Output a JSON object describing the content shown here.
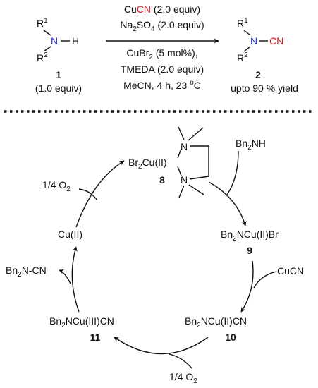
{
  "colors": {
    "ink": "#111111",
    "reagent_highlight": "#e0161f",
    "nitrogen": "#2233dd"
  },
  "reaction": {
    "reactant": {
      "r1": "R",
      "r1_sup": "1",
      "n_label": "N",
      "h_label": "H",
      "r2": "R",
      "r2_sup": "2",
      "number": "1",
      "equiv": "(1.0 equiv)"
    },
    "conditions": {
      "line1_prefix": "Cu",
      "line1_highlight": "CN",
      "line1_suffix": " (2.0 equiv)",
      "line2_prefix": "Na",
      "line2_sub1": "2",
      "line2_mid": "SO",
      "line2_sub2": "4",
      "line2_suffix": " (2.0 equiv)",
      "line3_prefix": "CuBr",
      "line3_sub": "2",
      "line3_suffix": " (5 mol%),",
      "line4": "TMEDA (2.0 equiv)",
      "line5_prefix": "MeCN, 4 h, 23 ",
      "line5_sup": "o",
      "line5_suffix": "C"
    },
    "product": {
      "r1": "R",
      "r1_sup": "1",
      "n_label": "N",
      "cn_label": "CN",
      "r2": "R",
      "r2_sup": "2",
      "number": "2",
      "yield": "upto 90 % yield"
    }
  },
  "cycle": {
    "complex8": {
      "br_prefix": "Br",
      "br_sub": "2",
      "cu_label": "Cu(II)",
      "n_top": "N",
      "n_bottom": "N",
      "number": "8"
    },
    "bn2nh": {
      "bn": "Bn",
      "sub": "2",
      "rest": "NH"
    },
    "int9": {
      "bn": "Bn",
      "sub": "2",
      "rest": "NCu(II)Br",
      "number": "9"
    },
    "cucn": "CuCN",
    "int10": {
      "bn": "Bn",
      "sub": "2",
      "rest": "NCu(II)CN",
      "number": "10"
    },
    "o2_bottom": {
      "prefix": "1/4 O",
      "sub": "2"
    },
    "int11": {
      "bn": "Bn",
      "sub": "2",
      "rest": "NCu(III)CN",
      "number": "11"
    },
    "product_out": {
      "bn": "Bn",
      "sub": "2",
      "rest": "N-CN"
    },
    "cu2": "Cu(II)",
    "o2_top": {
      "prefix": "1/4 O",
      "sub": "2"
    }
  }
}
